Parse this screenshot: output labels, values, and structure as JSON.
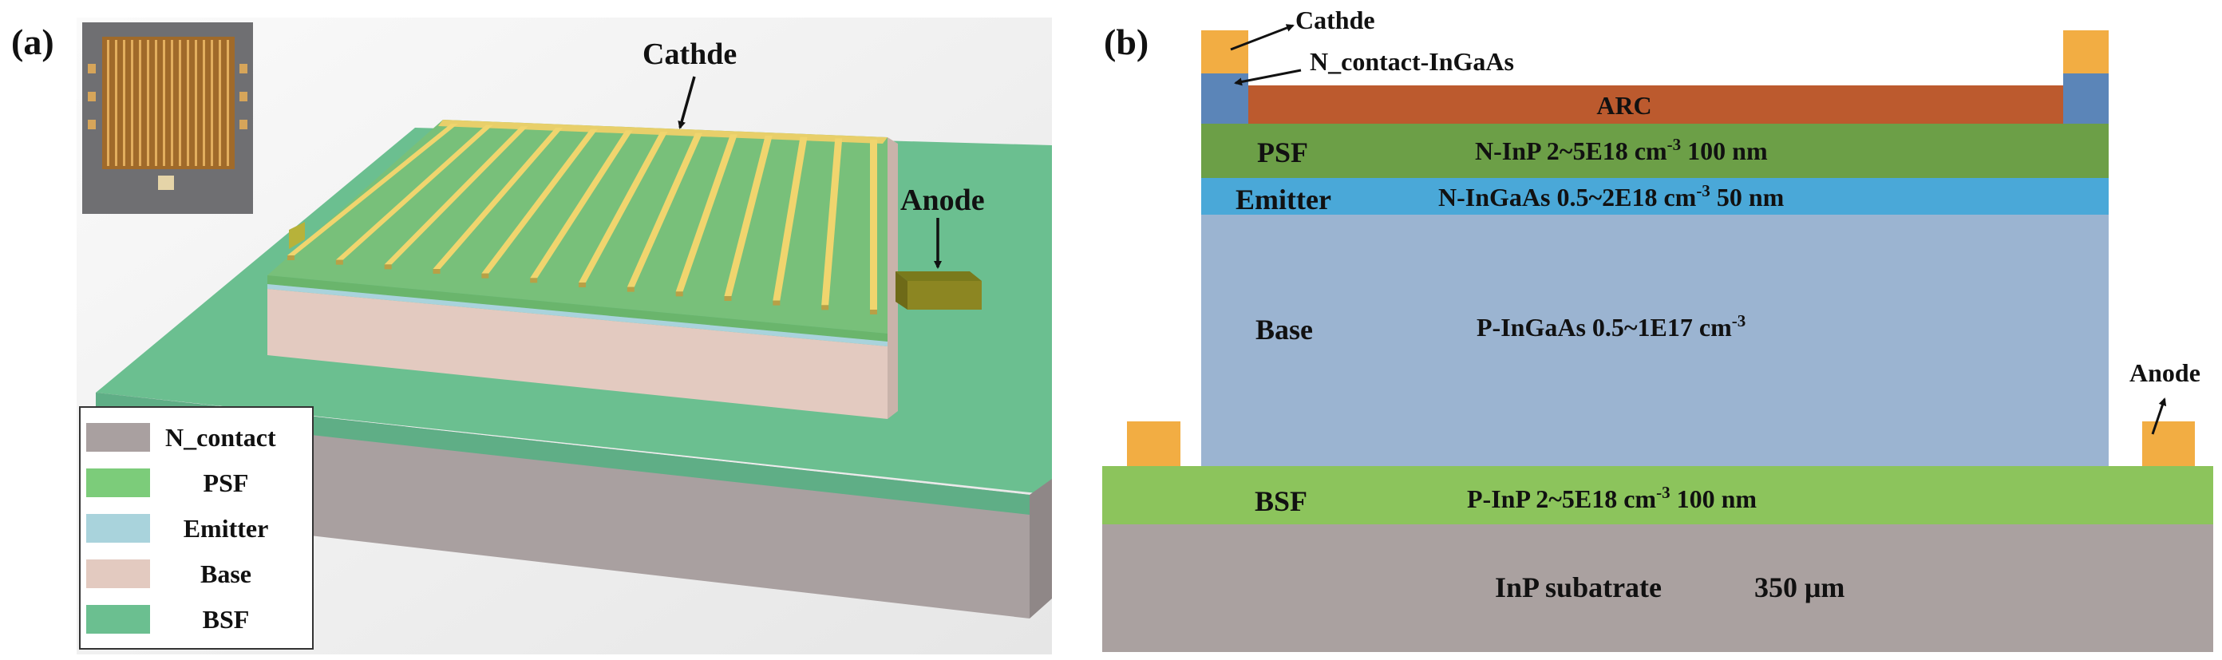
{
  "panel_a": {
    "tag": "(a)",
    "cathode_label": "Cathde",
    "anode_label": "Anode",
    "legend": [
      {
        "label": "N_contact",
        "color": "#a9a0a0"
      },
      {
        "label": "PSF",
        "color": "#7ccc7a"
      },
      {
        "label": "Emitter",
        "color": "#a9d3dc"
      },
      {
        "label": "Base",
        "color": "#e3cac0"
      },
      {
        "label": "BSF",
        "color": "#6bbf90"
      }
    ]
  },
  "panel_b": {
    "tag": "(b)",
    "cathode_label": "Cathde",
    "ncontact_label": "N_contact-InGaAs",
    "anode_label": "Anode",
    "layers": {
      "arc": {
        "name": "ARC",
        "color": "#bc5a2e"
      },
      "psf": {
        "name": "PSF",
        "desc": "N-InP 2~5E18 cm",
        "sup": "-3",
        "desc2": " 100 nm",
        "color": "#6c9f47"
      },
      "emitter": {
        "name": "Emitter",
        "desc": "N-InGaAs 0.5~2E18 cm",
        "sup": "-3",
        "desc2": " 50 nm",
        "color": "#4aa8d8"
      },
      "base": {
        "name": "Base",
        "desc": "P-InGaAs 0.5~1E17 cm",
        "sup": "-3",
        "color": "#9bb4d1"
      },
      "bsf": {
        "name": "BSF",
        "desc": "P-InP 2~5E18 cm",
        "sup": "-3",
        "desc2": " 100 nm",
        "color": "#8cc45c"
      },
      "substrate": {
        "name": "InP subatrate",
        "thickness": "350 μm",
        "color": "#aaa1a0"
      }
    },
    "contact_color": "#f2ad43",
    "ncontact_color": "#5b85b8"
  }
}
